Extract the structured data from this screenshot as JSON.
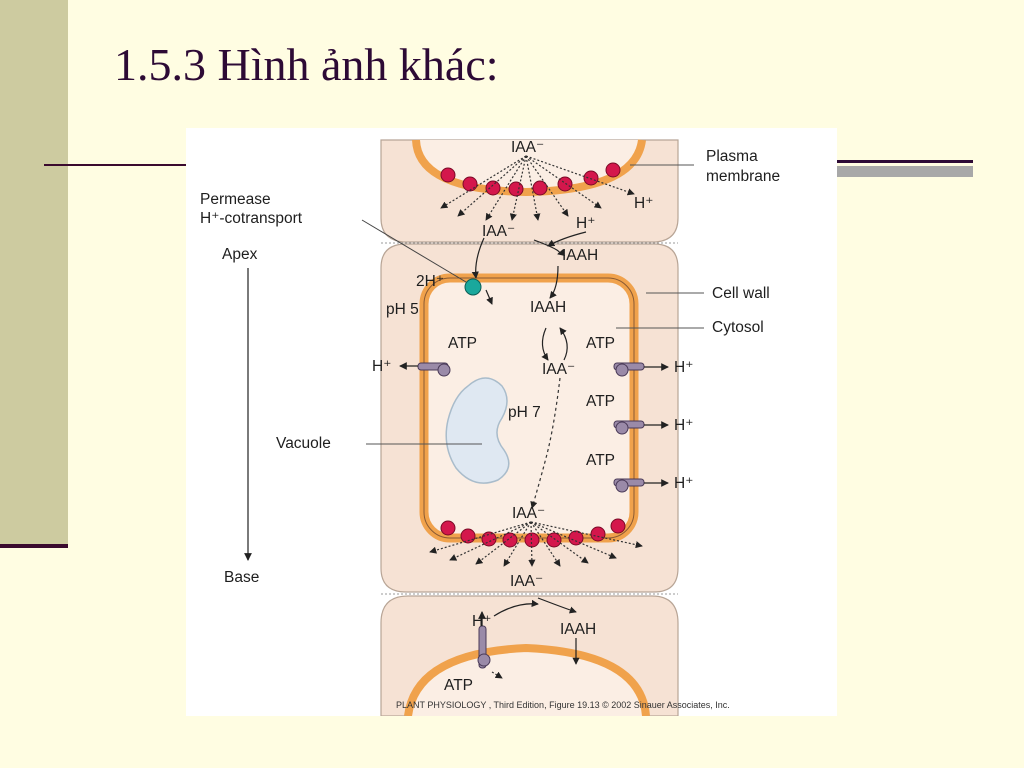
{
  "slide": {
    "title": "1.5.3 Hình ảnh khác:"
  },
  "figure": {
    "labels": {
      "permease_1": "Permease",
      "permease_2": "H⁺-cotransport",
      "apex": "Apex",
      "base": "Base",
      "plasma_1": "Plasma",
      "plasma_2": "membrane",
      "cell_wall": "Cell wall",
      "cytosol": "Cytosol",
      "vacuole": "Vacuole",
      "iaa_minus": "IAA⁻",
      "iaah": "IAAH",
      "h_plus": "H⁺",
      "two_h_plus": "2H⁺",
      "ph5": "pH 5",
      "ph7": "pH 7",
      "atp": "ATP"
    },
    "caption": "PLANT PHYSIOLOGY , Third Edition, Figure 19.13 © 2002 Sinauer Associates, Inc."
  }
}
